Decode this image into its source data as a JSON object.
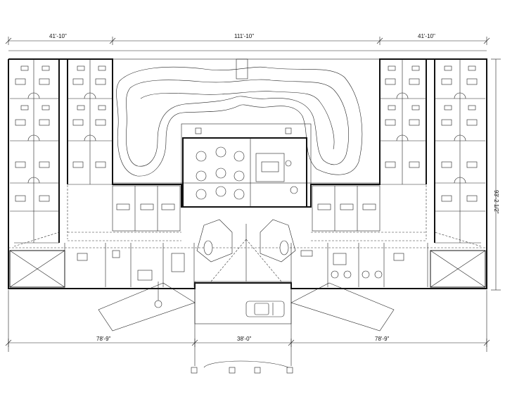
{
  "dimensions": {
    "top_left_wing": "41'-10\"",
    "top_center": "111'-10\"",
    "top_right_wing": "41'-10\"",
    "right_overall": "93'-2 1/2\"",
    "bottom_left": "78'-9\"",
    "bottom_center": "38'-0\"",
    "bottom_right": "78'-9\""
  }
}
